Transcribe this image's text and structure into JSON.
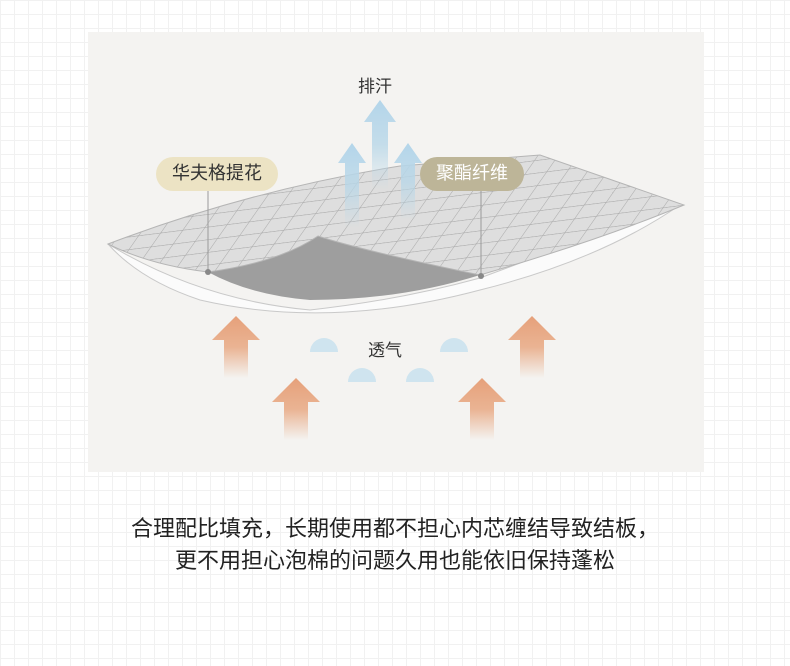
{
  "labels": {
    "sweat": "排汗",
    "waffle": "华夫格提花",
    "polyester": "聚酯纤维",
    "breathable": "透气"
  },
  "caption": {
    "line1": "合理配比填充，长期使用都不担心内芯缠结导致结板，",
    "line2": "更不用担心泡棉的问题久用也能依旧保持蓬松"
  },
  "colors": {
    "pill_waffle": "#ece3c4",
    "pill_poly": "#bdb598",
    "arrow_blue": "#b8d7e8",
    "arrow_orange": "#e8a882",
    "panel": "#f4f3f1"
  }
}
